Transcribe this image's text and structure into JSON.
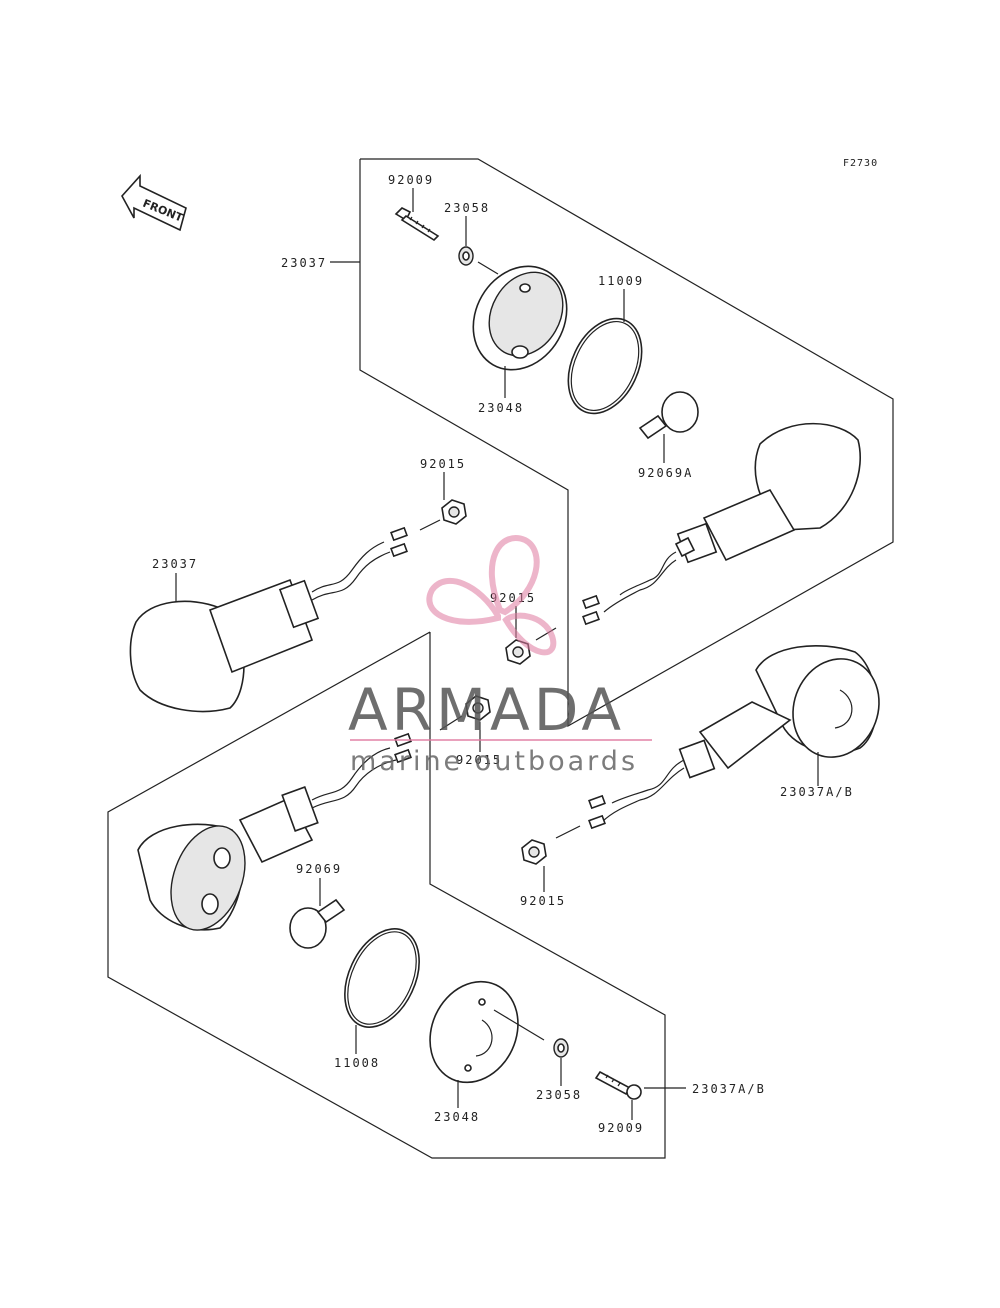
{
  "figure_ref": "F2730",
  "front_marker": "FRONT",
  "labels": {
    "p92009_top": "92009",
    "p23058_top": "23058",
    "p23037_top": "23037",
    "p11009": "11009",
    "p23048_top": "23048",
    "p92069A": "92069A",
    "p92015_upper_left": "92015",
    "p23037_left": "23037",
    "p92015_center": "92015",
    "p92015_lower_center": "92015",
    "p23037AB_right": "23037A/B",
    "p92015_lower_right": "92015",
    "p92069": "92069",
    "p11008": "11008",
    "p23048_bottom": "23048",
    "p23058_bottom": "23058",
    "p92009_bottom": "92009",
    "p23037AB_bottom": "23037A/B"
  },
  "watermark": {
    "brand": "ARMADA",
    "tagline": "marine outboards",
    "accent_color": "#e07aa0"
  }
}
